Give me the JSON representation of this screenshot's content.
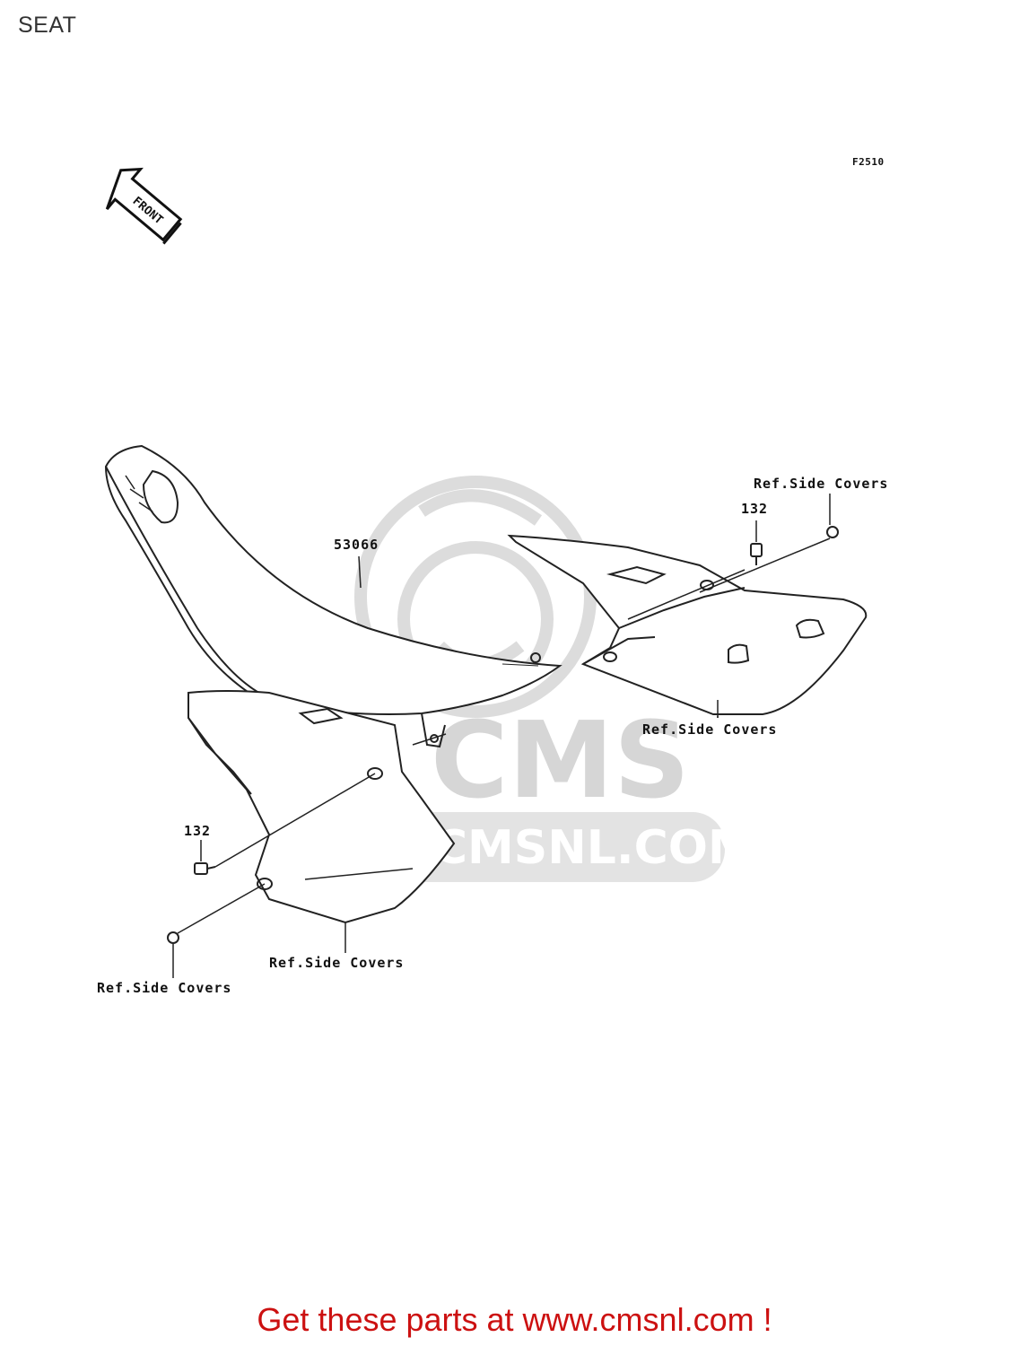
{
  "page": {
    "title": "SEAT"
  },
  "diagram": {
    "figure_code": "F2510",
    "front_badge": "FRONT",
    "parts": {
      "seat_number": "53066",
      "bolt_upper_number": "132",
      "bolt_lower_number": "132"
    },
    "references": {
      "top_right": "Ref.Side Covers",
      "middle_right": "Ref.Side Covers",
      "lower_center": "Ref.Side Covers",
      "lower_left": "Ref.Side Covers"
    },
    "watermark": {
      "brand": "CMS",
      "url": "WWW.CMSNL.COM",
      "color": "#d9d9d9"
    }
  },
  "footer": {
    "link_text": "Get these parts at www.cmsnl.com !",
    "link_color": "#cc1111"
  }
}
